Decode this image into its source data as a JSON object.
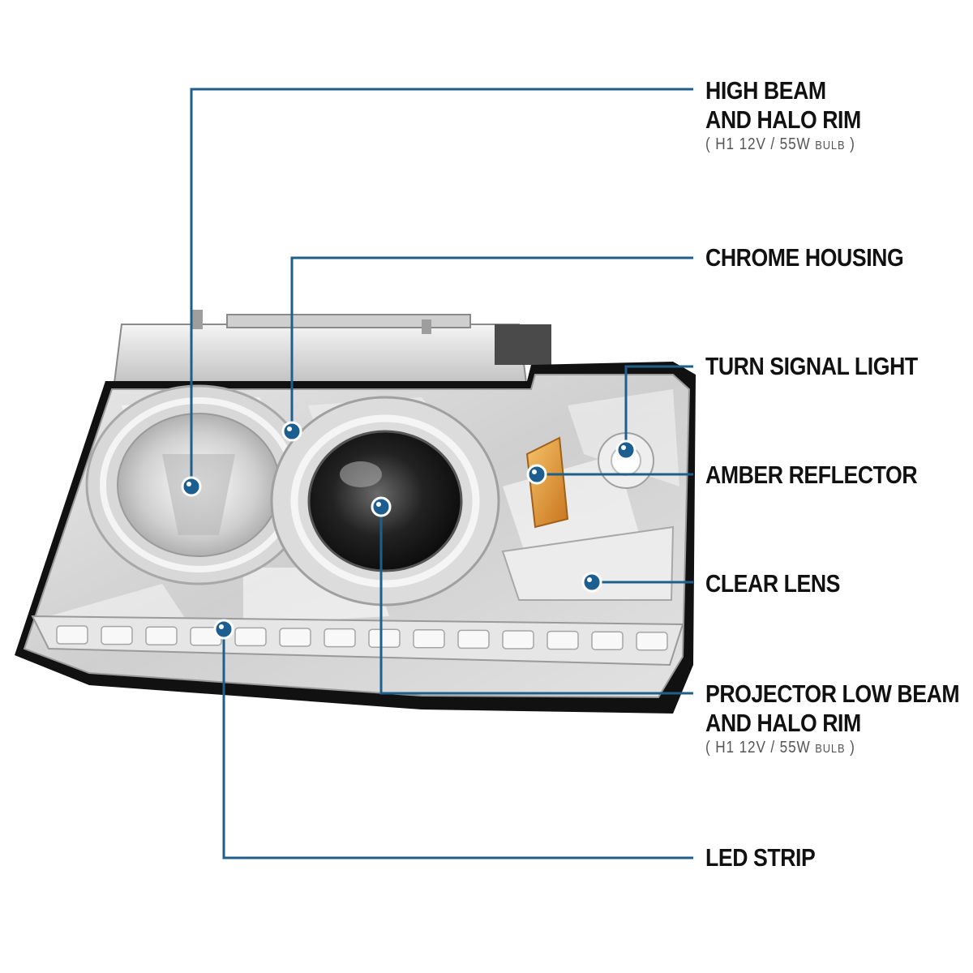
{
  "colors": {
    "leader": "#1f5f8b",
    "dot": "#1b5e8f",
    "dot_ring": "#ffffff",
    "label_text": "#111111",
    "spec_text": "#555555"
  },
  "callouts": [
    {
      "id": "high-beam",
      "lines": [
        "HIGH BEAM",
        "AND HALO RIM"
      ],
      "spec": {
        "open": "(",
        "bulb": "H1 12V / 55W",
        "unit": "BULB",
        "close": ")"
      }
    },
    {
      "id": "chrome-housing",
      "lines": [
        "CHROME HOUSING"
      ]
    },
    {
      "id": "turn-signal",
      "lines": [
        "TURN SIGNAL LIGHT"
      ]
    },
    {
      "id": "amber-reflector",
      "lines": [
        "AMBER REFLECTOR"
      ]
    },
    {
      "id": "clear-lens",
      "lines": [
        "CLEAR LENS"
      ]
    },
    {
      "id": "projector-low-beam",
      "lines": [
        "PROJECTOR LOW BEAM",
        "AND HALO RIM"
      ],
      "spec": {
        "open": "(",
        "bulb": "H1 12V / 55W",
        "unit": "BULB",
        "close": ")"
      }
    },
    {
      "id": "led-strip",
      "lines": [
        "LED STRIP"
      ]
    }
  ]
}
